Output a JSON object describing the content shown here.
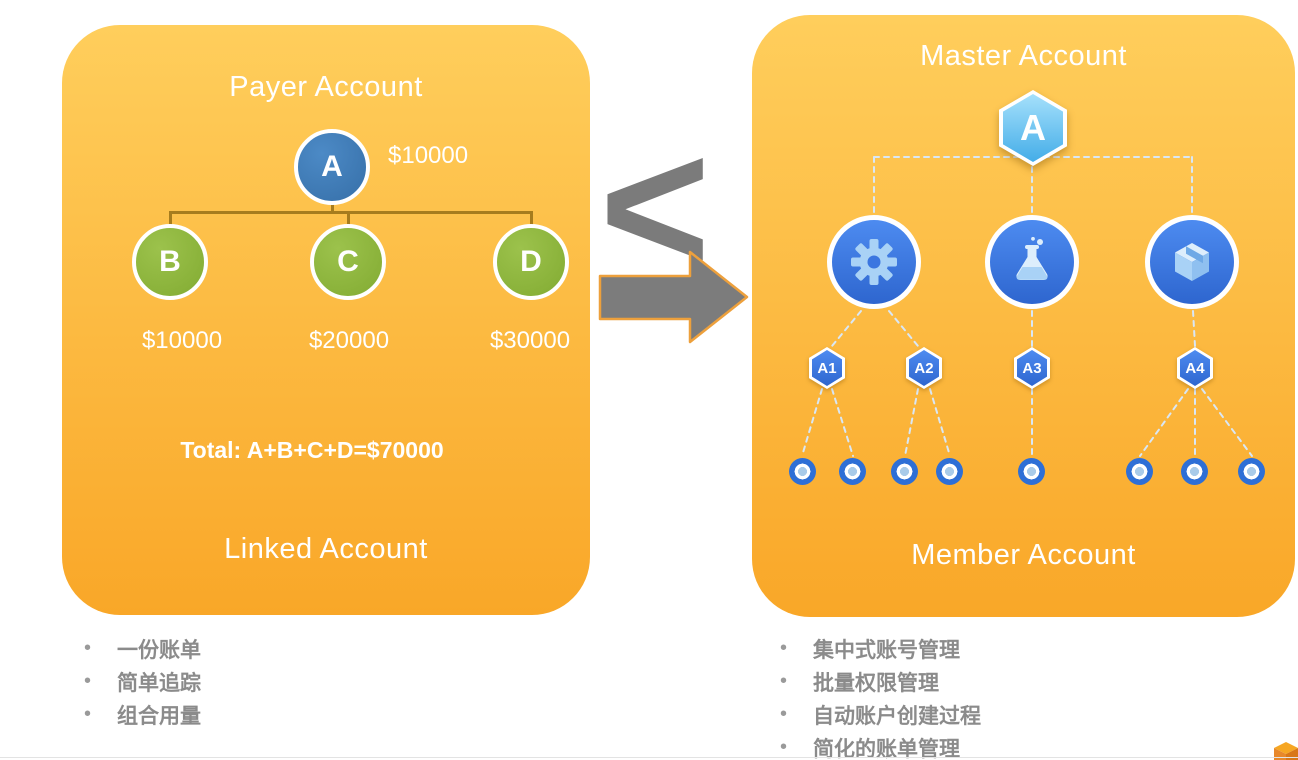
{
  "left_panel": {
    "title": "Payer Account",
    "root": {
      "label": "A",
      "amount": "$10000"
    },
    "children": [
      {
        "label": "B",
        "amount": "$10000"
      },
      {
        "label": "C",
        "amount": "$20000"
      },
      {
        "label": "D",
        "amount": "$30000"
      }
    ],
    "total": "Total: A+B+C+D=$70000",
    "footer": "Linked Account",
    "bullets": [
      "一份账单",
      "简单追踪",
      "组合用量"
    ]
  },
  "comparison": {
    "symbol": "<"
  },
  "right_panel": {
    "title": "Master Account",
    "master": {
      "label": "A"
    },
    "service_icons": [
      "gear-icon",
      "flask-icon",
      "cube-icon"
    ],
    "accounts": [
      "A1",
      "A2",
      "A3",
      "A4"
    ],
    "member_dot_groups": [
      2,
      2,
      1,
      3
    ],
    "footer": "Member Account",
    "bullets": [
      "集中式账号管理",
      "批量权限管理",
      "自动账户创建过程",
      "简化的账单管理"
    ]
  },
  "colors": {
    "panel_top": "#FFCE5C",
    "panel_bottom": "#F9A728",
    "payer_node_blue": "#366FA8",
    "linked_node_green": "#82AB32",
    "connector_brown": "#A67C1E",
    "service_blue": "#2E66CF",
    "master_hex_blue": "#44ADE8",
    "arrow_gray": "#7C7C7C",
    "arrow_outline_orange": "#EDA03C",
    "dashed_line": "#D9E7F5",
    "bullet_text_gray": "#8B8B8B"
  },
  "footer_logo": "aws-cube-logo"
}
